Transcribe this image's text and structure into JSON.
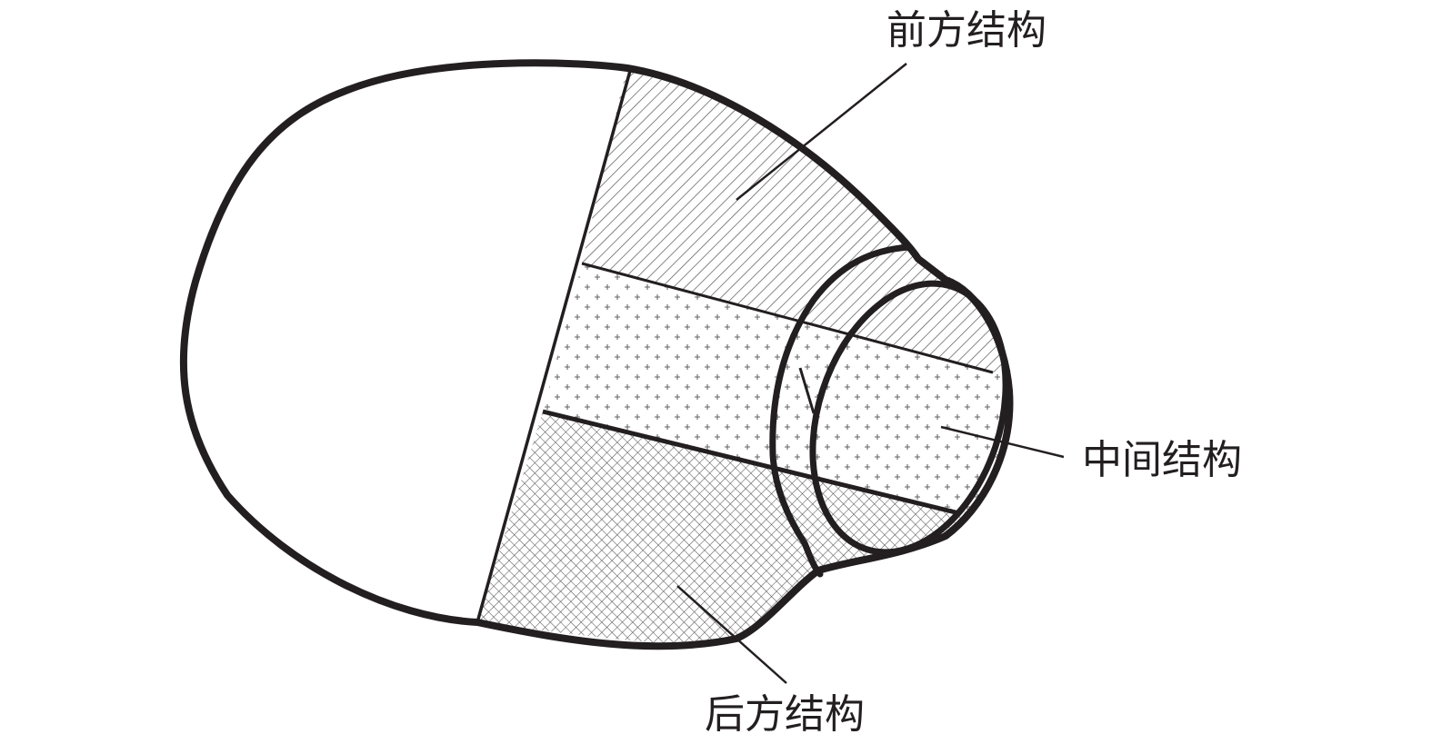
{
  "labels": {
    "anterior": "前方结构",
    "middle": "中间结构",
    "posterior": "后方结构"
  },
  "colors": {
    "stroke": "#231f20",
    "background": "#ffffff",
    "hatch": "#555555"
  },
  "patterns": {
    "anterior": "diagonal-hatch",
    "middle": "dotted-plus",
    "posterior": "crosshatch"
  }
}
